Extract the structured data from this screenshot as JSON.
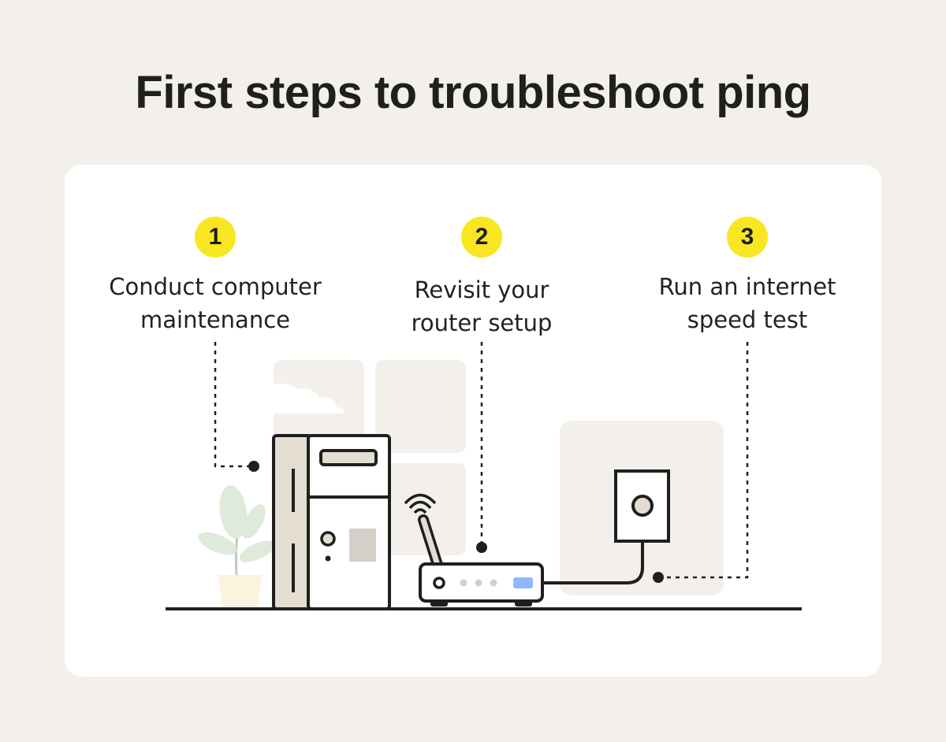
{
  "title": "First steps to troubleshoot ping",
  "steps": [
    {
      "number": "1",
      "line1": "Conduct computer",
      "line2": "maintenance"
    },
    {
      "number": "2",
      "line1": "Revisit your",
      "line2": "router setup"
    },
    {
      "number": "3",
      "line1": "Run an internet",
      "line2": "speed test"
    }
  ],
  "colors": {
    "background": "#f3f0eb",
    "card": "#ffffff",
    "badge": "#f9e622",
    "ink": "#1f1f1f",
    "router_light": "#8fb8ff",
    "plant": "#dfeadb"
  }
}
